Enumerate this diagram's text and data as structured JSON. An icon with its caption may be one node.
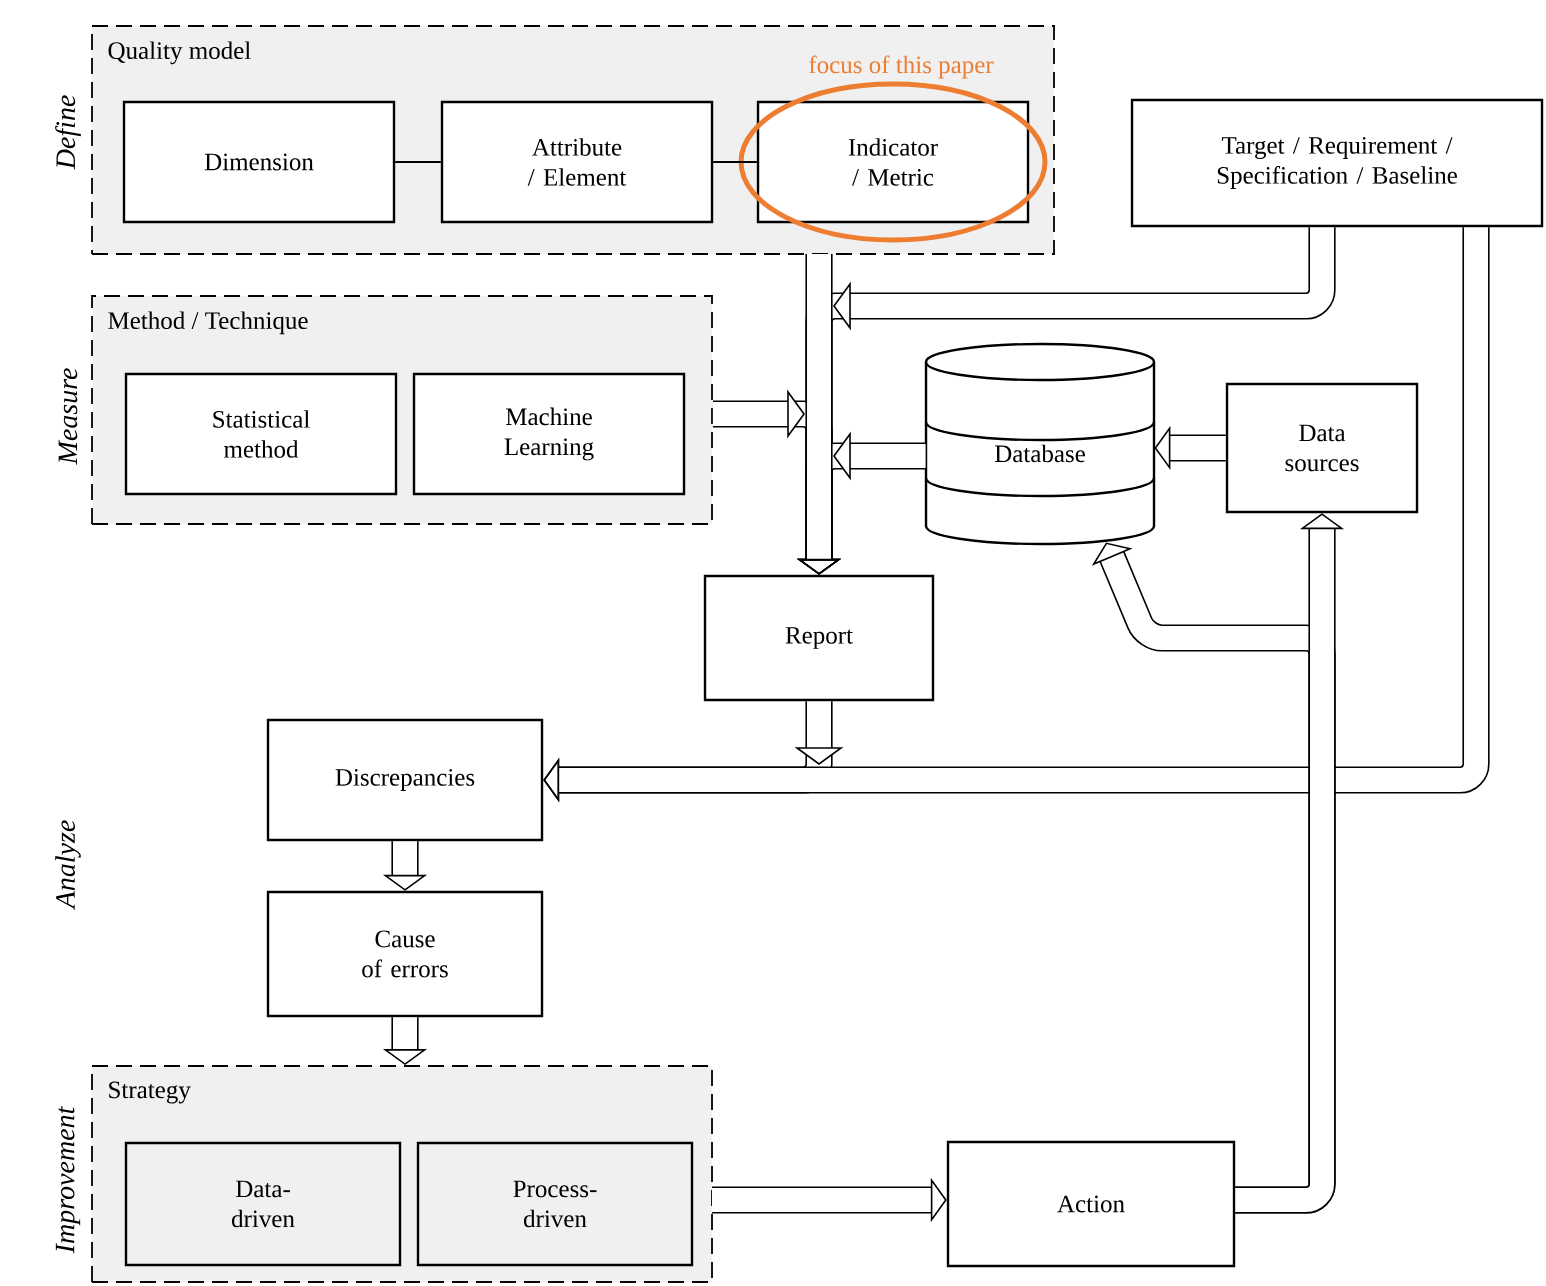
{
  "diagram": {
    "nodes": [
      {
        "text": [
          "Quality model"
        ]
      },
      {
        "text": [
          "Dimension"
        ],
        "in": 0
      },
      {
        "text": [
          "Attribute / Element"
        ],
        "in": 0
      },
      {
        "text": [
          "Indicator / Metric"
        ],
        "in": 0,
        "beside": [
          "focus of this paper"
        ]
      },
      {
        "text": [
          "Target / Requirement / Specification / Baseline"
        ]
      },
      {
        "text": [
          "Method / Technique"
        ]
      },
      {
        "text": [
          "Statistical method"
        ],
        "in": 5
      },
      {
        "text": [
          "Machine Learning"
        ],
        "in": 5
      },
      {
        "text": [
          "Database"
        ]
      },
      {
        "text": [
          "Data sources"
        ]
      },
      {
        "text": [
          "Report"
        ]
      },
      {
        "text": [
          "Discrepancies"
        ]
      },
      {
        "text": [
          "Cause of errors"
        ]
      },
      {
        "text": [
          "Strategy"
        ]
      },
      {
        "text": [
          "Data-driven"
        ],
        "in": 13
      },
      {
        "text": [
          "Process-driven"
        ],
        "in": 13
      },
      {
        "text": [
          "Action"
        ]
      }
    ],
    "edges": [
      {
        "from": 1,
        "to": 2,
        "arrow": "none"
      },
      {
        "from": 2,
        "to": 3,
        "arrow": "none"
      },
      {
        "from": 4,
        "to": 10,
        "arrow": "to"
      },
      {
        "from": 5,
        "to": 10,
        "arrow": "to"
      },
      {
        "from": 8,
        "to": 10,
        "arrow": "to"
      },
      {
        "from": 3,
        "to": 10,
        "arrow": "to"
      },
      {
        "from": 9,
        "to": 8,
        "arrow": "to"
      },
      {
        "from": 10,
        "to": 11,
        "arrow": "to"
      },
      {
        "from": 4,
        "to": 11,
        "arrow": "to"
      },
      {
        "from": 16,
        "to": 8,
        "arrow": "to"
      },
      {
        "from": 16,
        "to": 9,
        "arrow": "to"
      },
      {
        "from": 11,
        "to": 12,
        "arrow": "to"
      },
      {
        "from": 12,
        "to": 13,
        "arrow": "to"
      },
      {
        "from": 13,
        "to": 16,
        "arrow": "to"
      }
    ],
    "labels": [
      "Define",
      "Measure",
      "Analyze",
      "Improvement"
    ]
  }
}
